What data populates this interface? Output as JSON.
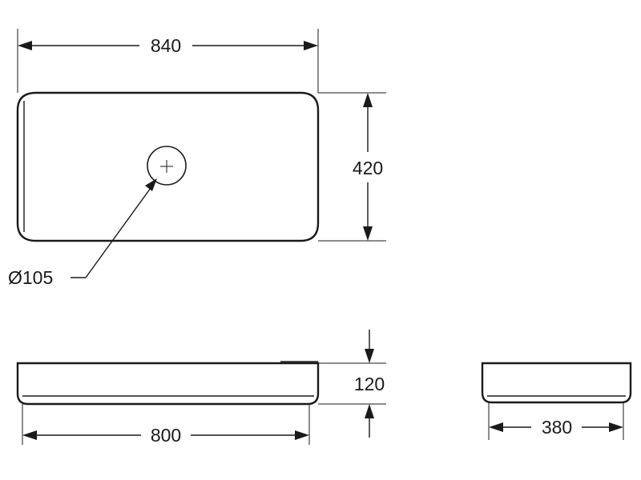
{
  "dimensions": {
    "top_width": "840",
    "top_depth": "420",
    "drain_diameter": "Ø105",
    "front_height": "120",
    "front_width": "800",
    "side_width": "380"
  },
  "colors": {
    "line": "#1a1a1a",
    "background": "#ffffff"
  }
}
